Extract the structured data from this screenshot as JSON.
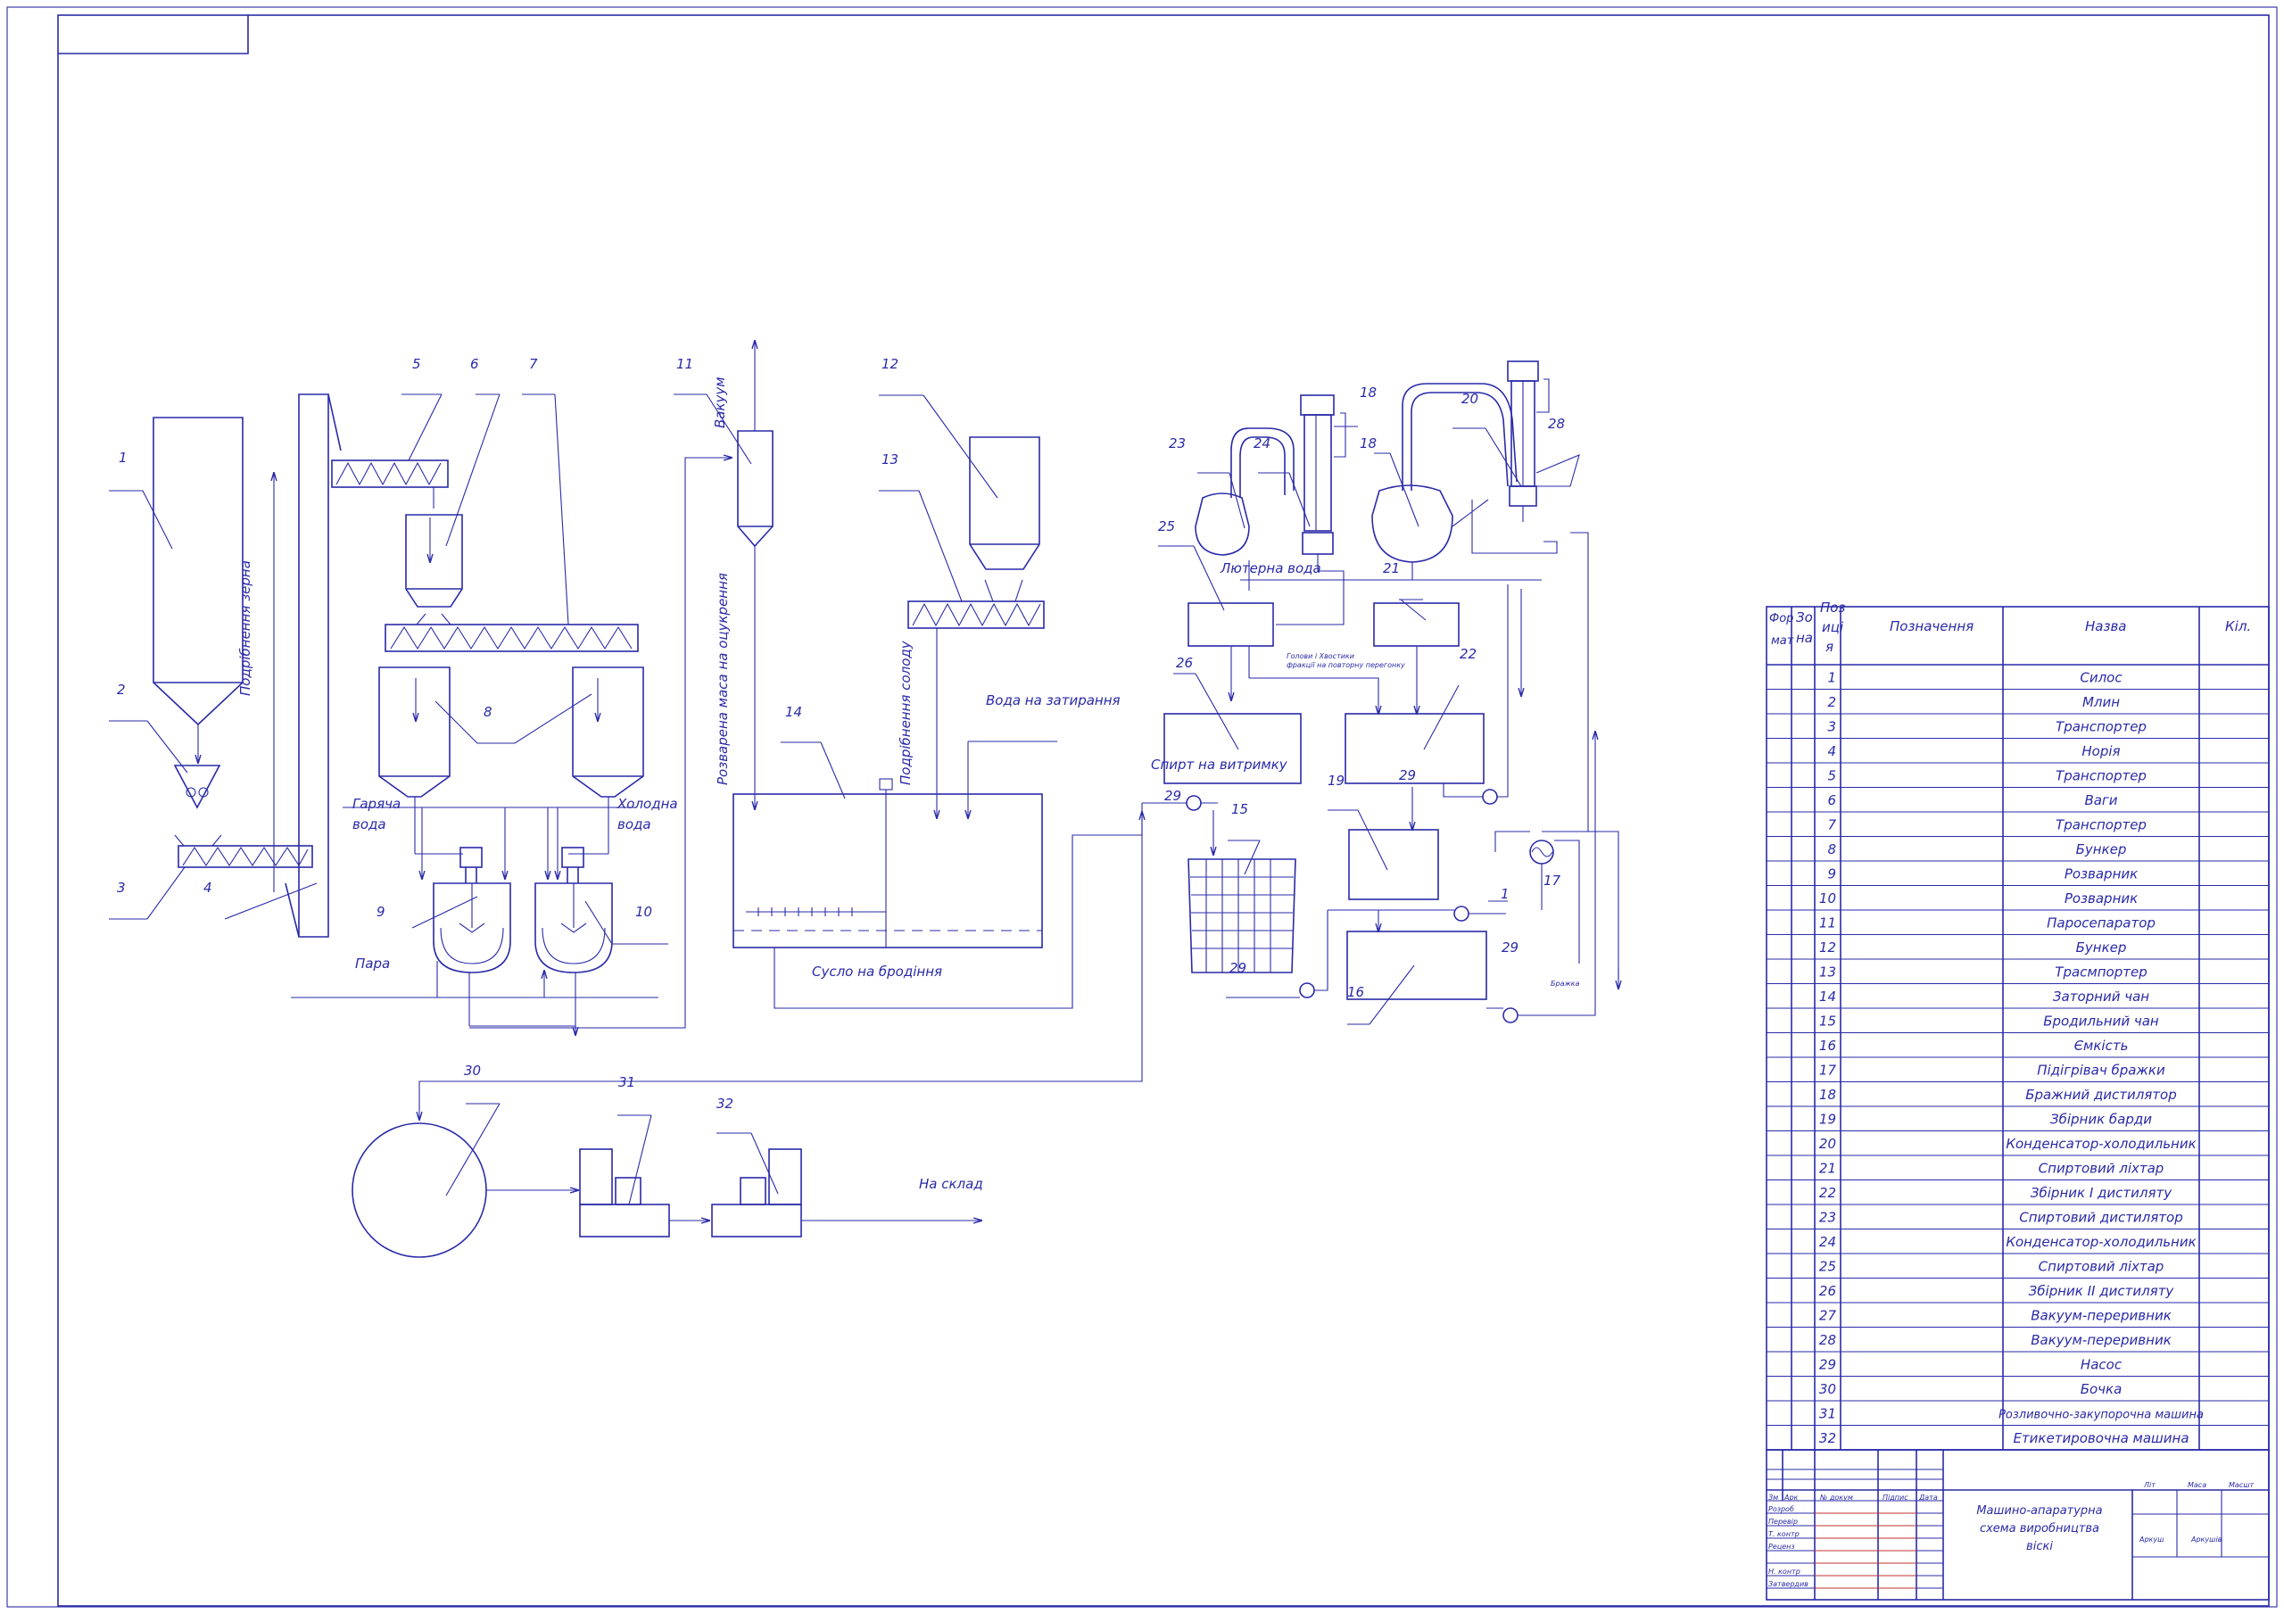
{
  "callouts": {
    "n1": "1",
    "n2": "2",
    "n3": "3",
    "n4": "4",
    "n5": "5",
    "n6": "6",
    "n7": "7",
    "n8": "8",
    "n9": "9",
    "n10": "10",
    "n11": "11",
    "n12": "12",
    "n13": "13",
    "n14": "14",
    "n15": "15",
    "n16": "16",
    "n17": "17",
    "n18a": "18",
    "n18b": "18",
    "n19": "19",
    "n20": "20",
    "n21": "21",
    "n22": "22",
    "n23": "23",
    "n24": "24",
    "n25": "25",
    "n26": "26",
    "n28": "28",
    "n29a": "29",
    "n29b": "29",
    "n29c": "29",
    "n29d": "29",
    "n30": "30",
    "n31": "31",
    "n32": "32",
    "n1b": "1"
  },
  "flows": {
    "crushed_grain": "Подрібнення зерна",
    "hot_water": "Гаряча вода",
    "hot_water_l1": "Гаряча",
    "hot_water_l2": "вода",
    "cold_water_l1": "Холодна",
    "cold_water_l2": "вода",
    "steam": "Пара",
    "vacuum": "Вакуум",
    "boiled_mass": "Розварена маса на оцукрення",
    "crushed_malt": "Подрібнення солоду",
    "mash_water": "Вода на затирання",
    "wort": "Сусло на бродіння",
    "lutter_water": "Лютерна вода",
    "spirit_aging": "Спирт на витримку",
    "to_warehouse": "На склад",
    "heads_tails": "Голови і Хвостики",
    "heads_tails_2": "фракції на повторну перегонку",
    "mash": "Бражка"
  },
  "spec_table": {
    "headers": {
      "format_1": "Фор",
      "format_2": "мат",
      "zone_1": "Зо",
      "zone_2": "на",
      "pos_1": "Поз",
      "pos_2": "иці",
      "pos_3": "я",
      "designation": "Позначення",
      "name": "Назва",
      "qty": "Кіл."
    },
    "rows": [
      {
        "pos": "1",
        "name": "Силос"
      },
      {
        "pos": "2",
        "name": "Млин"
      },
      {
        "pos": "3",
        "name": "Транспортер"
      },
      {
        "pos": "4",
        "name": "Норія"
      },
      {
        "pos": "5",
        "name": "Транспортер"
      },
      {
        "pos": "6",
        "name": "Ваги"
      },
      {
        "pos": "7",
        "name": "Транспортер"
      },
      {
        "pos": "8",
        "name": "Бункер"
      },
      {
        "pos": "9",
        "name": "Розварник"
      },
      {
        "pos": "10",
        "name": "Розварник"
      },
      {
        "pos": "11",
        "name": "Паросепаратор"
      },
      {
        "pos": "12",
        "name": "Бункер"
      },
      {
        "pos": "13",
        "name": "Трасмпортер"
      },
      {
        "pos": "14",
        "name": "Заторний чан"
      },
      {
        "pos": "15",
        "name": "Бродильний чан"
      },
      {
        "pos": "16",
        "name": "Ємкість"
      },
      {
        "pos": "17",
        "name": "Підігрівач бражки"
      },
      {
        "pos": "18",
        "name": "Бражний дистилятор"
      },
      {
        "pos": "19",
        "name": "Збірник барди"
      },
      {
        "pos": "20",
        "name": "Конденсатор-холодильник"
      },
      {
        "pos": "21",
        "name": "Спиртовий ліхтар"
      },
      {
        "pos": "22",
        "name": "Збірник І дистиляту"
      },
      {
        "pos": "23",
        "name": "Спиртовий дистилятор"
      },
      {
        "pos": "24",
        "name": "Конденсатор-холодильник"
      },
      {
        "pos": "25",
        "name": "Спиртовий ліхтар"
      },
      {
        "pos": "26",
        "name": "Збірник ІІ дистиляту"
      },
      {
        "pos": "27",
        "name": "Вакуум-переривник"
      },
      {
        "pos": "28",
        "name": "Вакуум-переривник"
      },
      {
        "pos": "29",
        "name": "Насос"
      },
      {
        "pos": "30",
        "name": "Бочка"
      },
      {
        "pos": "31",
        "name": "Розливочно-закупорочна машина"
      },
      {
        "pos": "32",
        "name": "Етикетировочна машина"
      }
    ]
  },
  "title_block": {
    "title_l1": "Машино-апаратурна",
    "title_l2": "схема виробництва",
    "title_l3": "віскі",
    "lit": "Літ",
    "mass": "Маса",
    "scale": "Масшт",
    "sheet": "Аркуш",
    "sheets": "Аркушів",
    "cols": {
      "zm": "Зм",
      "ark": "Арк",
      "doc": "№ докум",
      "sign": "Підпис",
      "date": "Дата"
    },
    "roles": [
      "Розроб",
      "Перевір",
      "Т. контр",
      "Реценз",
      "Н. контр",
      "Затвердив"
    ]
  }
}
